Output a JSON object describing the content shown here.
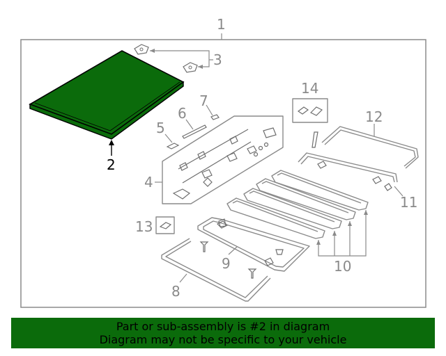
{
  "diagram": {
    "callouts": {
      "c1": "1",
      "c2": "2",
      "c3": "3",
      "c4": "4",
      "c5": "5",
      "c6": "6",
      "c7": "7",
      "c8": "8",
      "c9": "9",
      "c10": "10",
      "c11": "11",
      "c12": "12",
      "c13": "13",
      "c14": "14"
    },
    "colors": {
      "highlight_fill": "#0b6b0b",
      "highlight_stroke": "#000000",
      "line_gray": "#8a8a8a",
      "frame": "#8a8a8a",
      "banner_bg": "#0b6b0b"
    },
    "highlighted_part": "2"
  },
  "banner": {
    "line1": "Part or sub-assembly is #2 in diagram",
    "line2": "Diagram may not be specific to your vehicle"
  }
}
